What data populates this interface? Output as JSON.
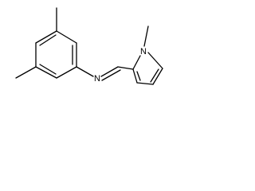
{
  "molecule": {
    "atoms": [
      {
        "label": "N",
        "role": "imine-nitrogen"
      },
      {
        "label": "N",
        "role": "pyrrole-nitrogen"
      }
    ],
    "groups": [
      "methyl",
      "methyl",
      "methyl"
    ]
  }
}
